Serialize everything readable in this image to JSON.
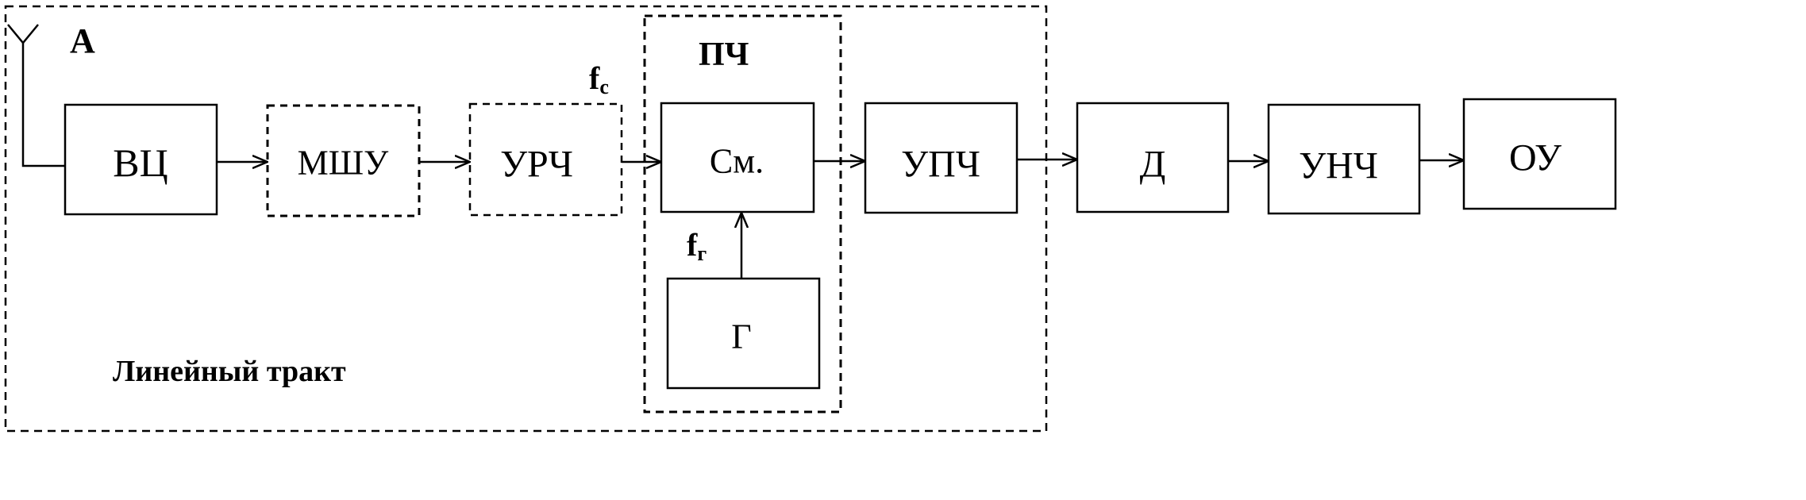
{
  "title": "Структурная схема супергетеродинного приемника",
  "antenna": {
    "label": "A",
    "icon": "antenna-icon"
  },
  "blocks": [
    {
      "id": "vc",
      "label": "ВЦ",
      "style": "solid"
    },
    {
      "id": "mshu",
      "label": "МШУ",
      "style": "dashed"
    },
    {
      "id": "urch",
      "label": "УРЧ",
      "style": "dashed"
    },
    {
      "id": "sm",
      "label": "См.",
      "style": "solid"
    },
    {
      "id": "upch",
      "label": "УПЧ",
      "style": "solid"
    },
    {
      "id": "d",
      "label": "Д",
      "style": "solid"
    },
    {
      "id": "unch",
      "label": "УНЧ",
      "style": "solid"
    },
    {
      "id": "ou",
      "label": "ОУ",
      "style": "solid"
    },
    {
      "id": "g",
      "label": "Г",
      "style": "solid"
    }
  ],
  "connections": [
    {
      "from": "antenna",
      "to": "vc"
    },
    {
      "from": "vc",
      "to": "mshu"
    },
    {
      "from": "mshu",
      "to": "urch"
    },
    {
      "from": "urch",
      "to": "sm"
    },
    {
      "from": "sm",
      "to": "upch"
    },
    {
      "from": "upch",
      "to": "d"
    },
    {
      "from": "d",
      "to": "unch"
    },
    {
      "from": "unch",
      "to": "ou"
    },
    {
      "from": "g",
      "to": "sm"
    }
  ],
  "signals": {
    "fc": {
      "main": "f",
      "sub": "c"
    },
    "fg": {
      "main": "f",
      "sub": "г"
    }
  },
  "groups": {
    "linear_path": {
      "label": "Линейный тракт",
      "style": "dashed"
    },
    "pch": {
      "label": "ПЧ",
      "style": "dashed"
    }
  }
}
